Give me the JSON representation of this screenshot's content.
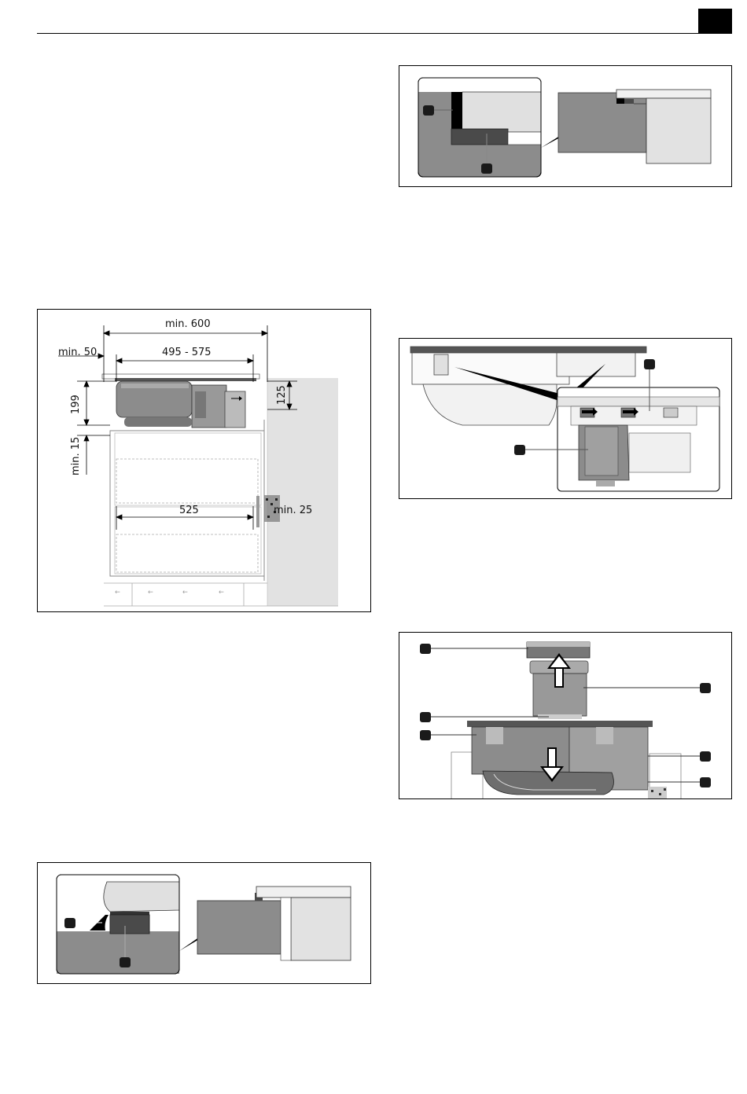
{
  "figure_main": {
    "dim_width_min": "min. 600",
    "dim_cutout": "495 - 575",
    "dim_left": "min. 50",
    "dim_height_199": "199",
    "dim_height_125": "125",
    "dim_bottom_gap": "min. 15",
    "dim_depth": "525",
    "dim_rear_gap": "min. 25"
  },
  "colors": {
    "fill_dark": "#3d3d3d",
    "fill_mid": "#8c8c8c",
    "fill_light": "#d9d9d9",
    "wall": "#e2e2e2"
  }
}
